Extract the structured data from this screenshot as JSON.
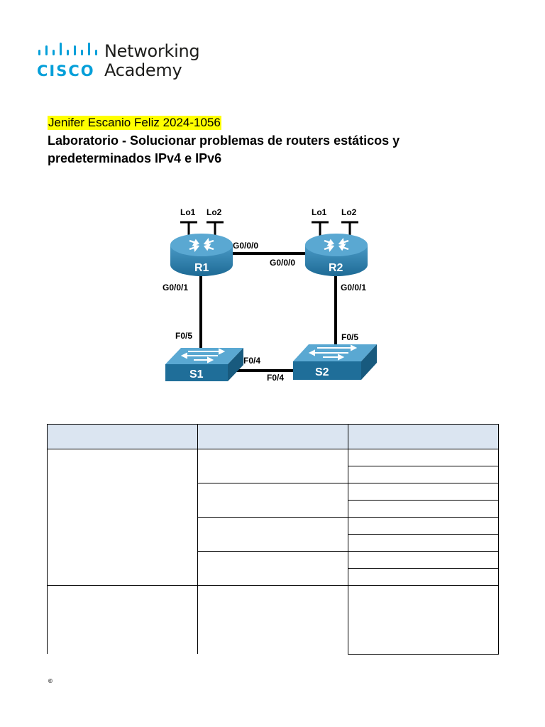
{
  "header": {
    "logo_line1": "Networking",
    "logo_line2": "Academy",
    "logo_brand": "CISCO",
    "logo_color": "#049fd9"
  },
  "author": "Jenifer Escanio Feliz 2024-1056",
  "title": "Laboratorio - Solucionar problemas de routers estáticos y predeterminados IPv4 e IPv6",
  "topology": {
    "r1": {
      "name": "R1",
      "lo1": "Lo1",
      "lo2": "Lo2"
    },
    "r2": {
      "name": "R2",
      "lo1": "Lo1",
      "lo2": "Lo2"
    },
    "s1": {
      "name": "S1"
    },
    "s2": {
      "name": "S2"
    },
    "links": {
      "r1_r2_a": "G0/0/0",
      "r1_r2_b": "G0/0/0",
      "r1_s1_router": "G0/0/1",
      "r1_s1_switch": "F0/5",
      "r2_s2_router": "G0/0/1",
      "r2_s2_switch": "F0/5",
      "s1_s2_a": "F0/4",
      "s1_s2_b": "F0/4"
    },
    "device_color": "#1f6e99",
    "device_top_color": "#5aa8d2"
  },
  "footer": {
    "copyright": "©"
  }
}
